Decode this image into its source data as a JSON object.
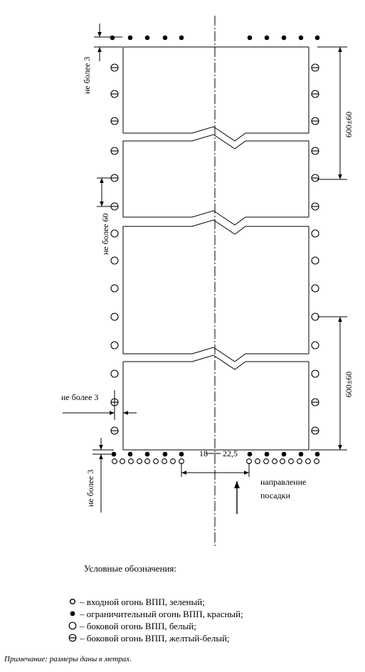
{
  "labels": {
    "top_left_vertical": "не более 3",
    "right_upper_dimension": "600±60",
    "left_middle_vertical": "не более 60",
    "lower_left_horizontal": "не более 3",
    "right_lower_dimension": "600±60",
    "bottom_left_vertical": "не более 3",
    "threshold_width_left": "18",
    "threshold_width_right": "22,5",
    "landing_direction_line1": "направление",
    "landing_direction_line2": "посадки"
  },
  "legend": {
    "title": "Условные обозначения:",
    "items": [
      {
        "symbol": "small-open-circle",
        "text": "– входной огонь ВПП, зеленый;"
      },
      {
        "symbol": "filled-circle",
        "text": "– ограничительный огонь ВПП, красный;"
      },
      {
        "symbol": "large-open-circle",
        "text": "– боковой огонь ВПП, белый;"
      },
      {
        "symbol": "crossed-circle",
        "text": "– боковой огонь ВПП, желтый-белый;"
      }
    ]
  },
  "note": "Примечание: размеры даны в метрах."
}
